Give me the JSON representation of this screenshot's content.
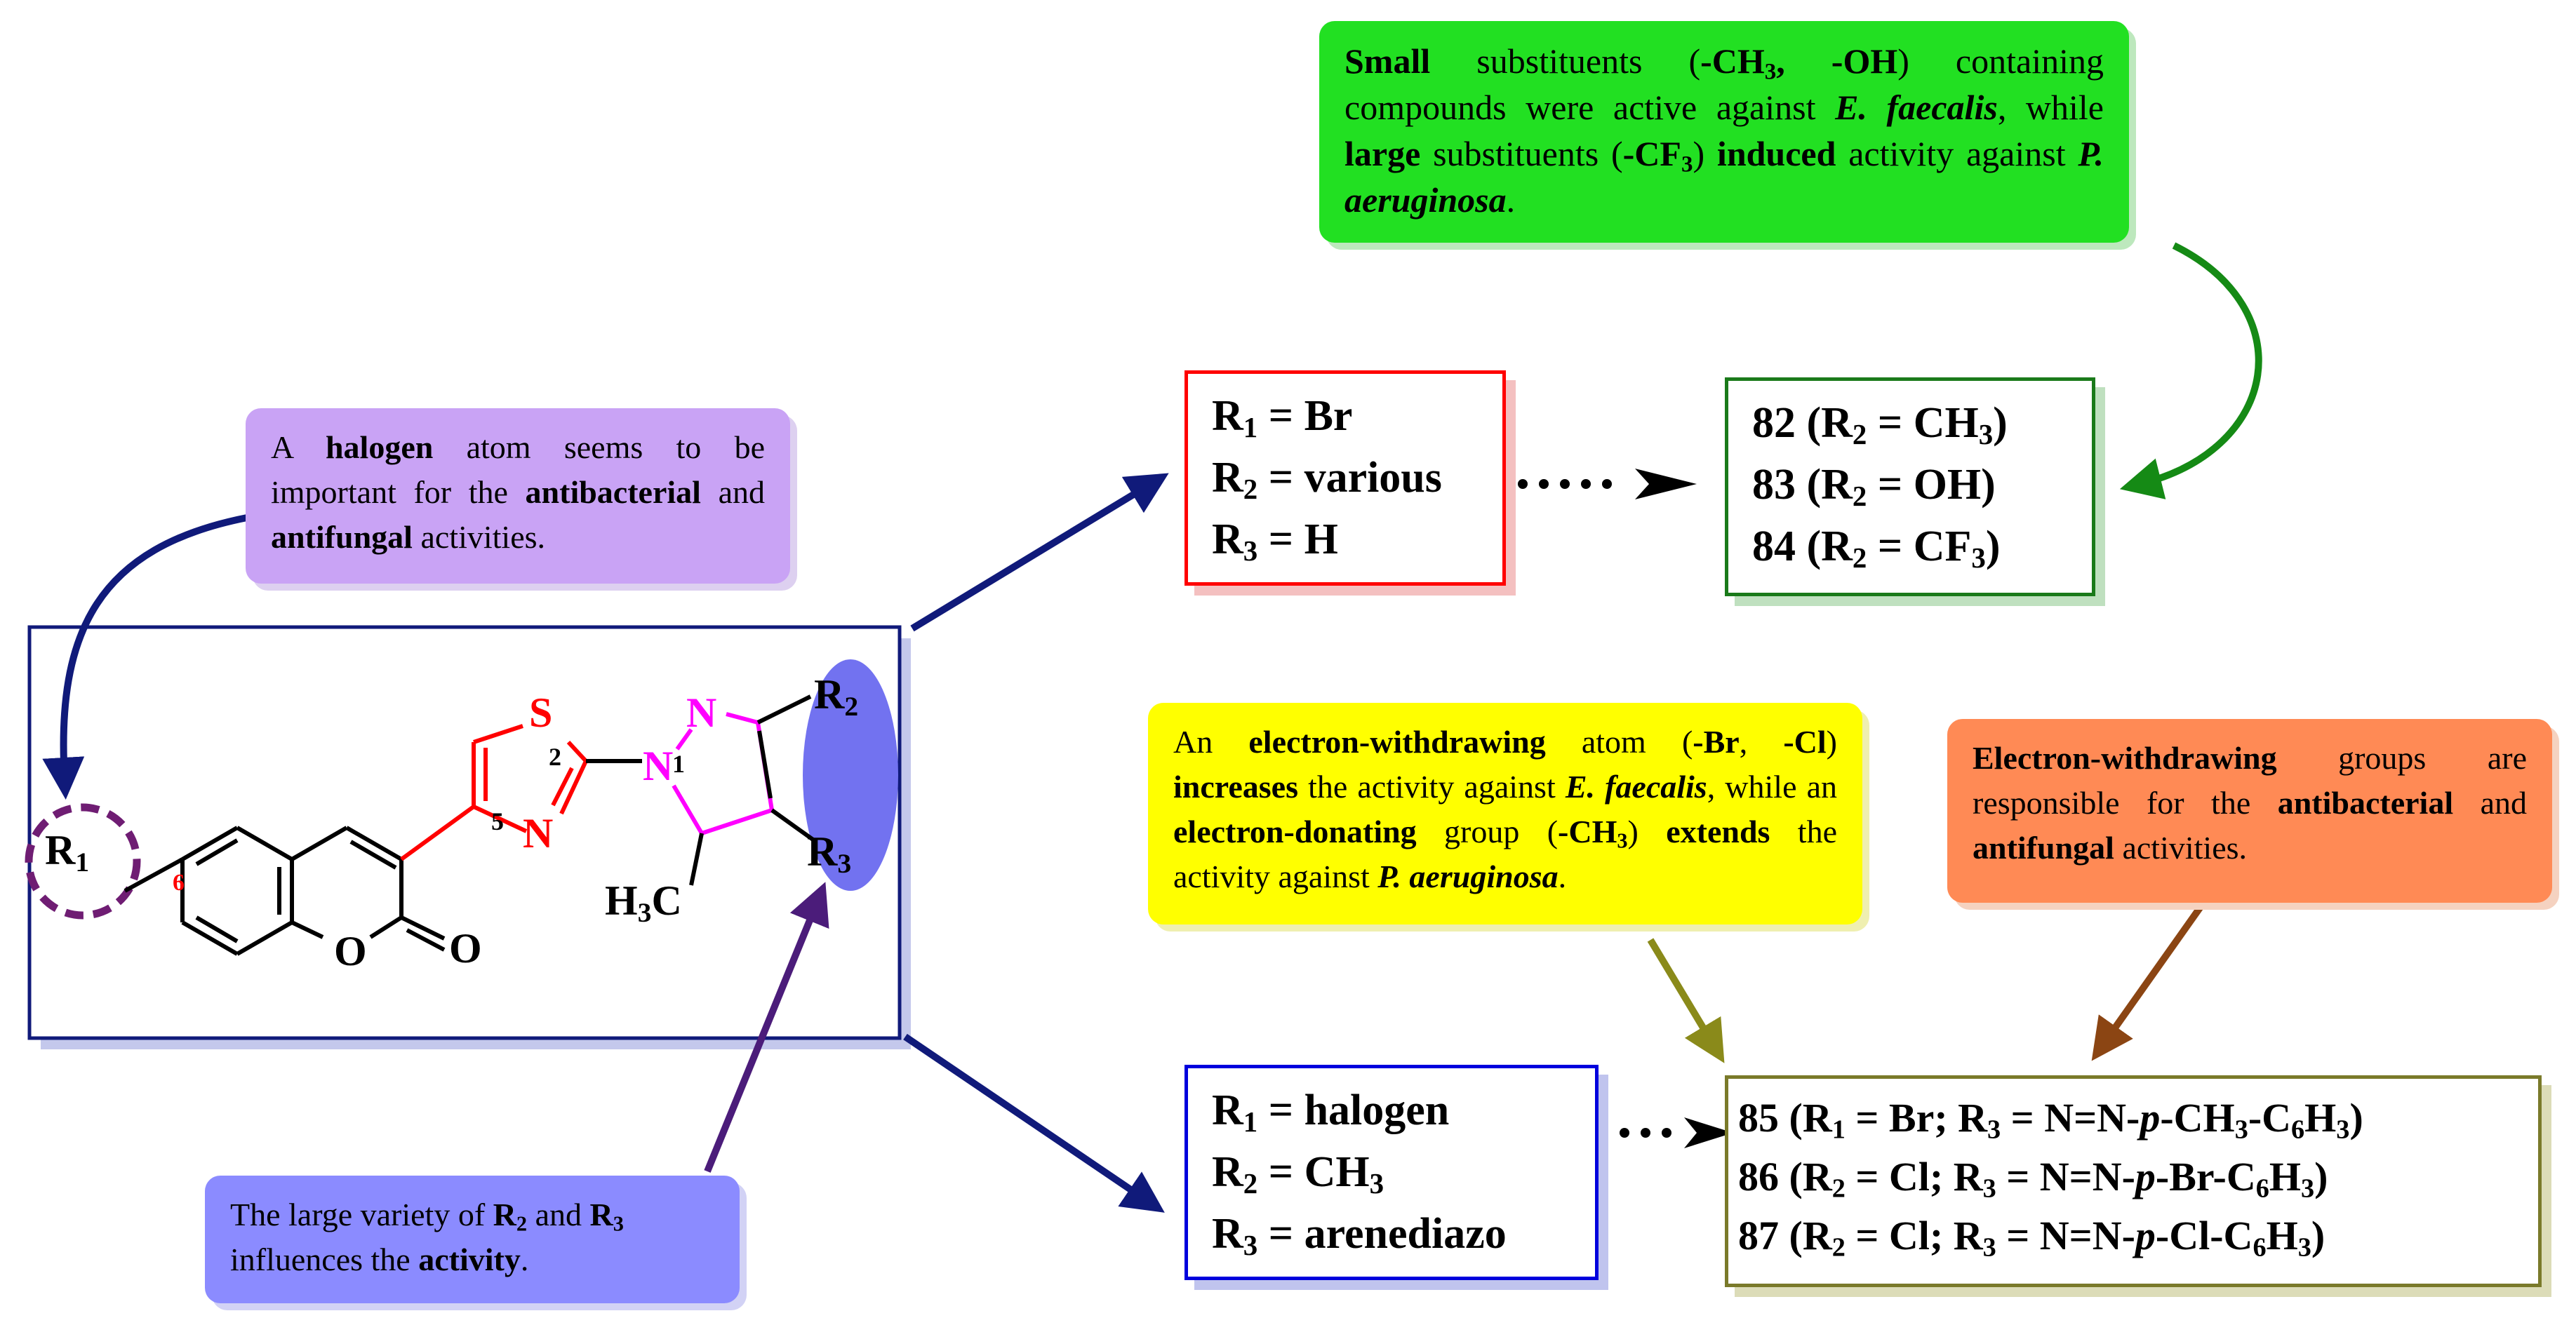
{
  "colors": {
    "navy": "#101a7a",
    "ring_red": "#ff0000",
    "pyrazole_magenta": "#ff00ff",
    "purple": "#6f1d73",
    "green_note": "#22e022",
    "purple_note": "#c9a3f5",
    "blue_note": "#8b8bff",
    "yellow_note": "#ffff00",
    "orange_note": "#ff8a55",
    "olive": "#8a8a1a",
    "brown": "#8b4513",
    "green_arrow": "#158a15"
  },
  "notes": {
    "halogen": {
      "p1": "A ",
      "b1": "halogen",
      "p2": " atom seems to be important for the ",
      "b2": "antibacterial",
      "p3": " and ",
      "b3": "antifungal",
      "p4": " activities."
    },
    "small": {
      "b1": "Small",
      "p1": " substituents (",
      "b2a": "-CH",
      "b2s": "3",
      "b2b": ", -OH",
      "p2": ") containing compounds were active against ",
      "i1": "E. faecalis",
      "p3": ", while ",
      "b3": "large",
      "p4": " substituents (",
      "b4a": "-CF",
      "b4s": "3",
      "p5": ") ",
      "b5": "induced",
      "p6": " activity against ",
      "i2": "P. aeruginosa",
      "p7": "."
    },
    "ewg_atom": {
      "p1": "An ",
      "b1": "electron-withdrawing",
      "p2": " atom (",
      "b2": "-Br",
      "p3": ", ",
      "b3": "-Cl",
      "p4": ") ",
      "b4": "increases",
      "p5": " the activity against ",
      "i1": "E. faecalis",
      "p6": ", while an ",
      "b5": "electron-donating",
      "p7": " group (",
      "b6a": "-CH",
      "b6s": "3",
      "p8": ") ",
      "b7": "extends",
      "p9": " the activity against ",
      "i2": "P. aeruginosa",
      "p10": "."
    },
    "ewg_groups": {
      "b1": "Electron-withdrawing",
      "p1": " groups are responsible for the ",
      "b2": "antibacterial",
      "p2": " and ",
      "b3": "antifungal",
      "p3": " activities."
    },
    "variety": {
      "p1": "The large variety of ",
      "b1a": "R",
      "b1s": "2",
      "p2": " and ",
      "b2a": "R",
      "b2s": "3",
      "p3": " influences the ",
      "b3": "activity",
      "p4": "."
    }
  },
  "box_top": {
    "r1": {
      "lab": "R",
      "sub": "1",
      "val": " = Br"
    },
    "r2": {
      "lab": "R",
      "sub": "2",
      "val": " = various"
    },
    "r3": {
      "lab": "R",
      "sub": "3",
      "val": " = H"
    }
  },
  "box_bottom": {
    "r1": {
      "lab": "R",
      "sub": "1",
      "val": " = halogen"
    },
    "r2": {
      "lab": "R",
      "sub": "2",
      "val": " = CH",
      "sub2": "3"
    },
    "r3": {
      "lab": "R",
      "sub": "3",
      "val": " = arenediazo"
    }
  },
  "compounds_top": [
    {
      "num": "82",
      "a": " (R",
      "as": "2",
      "b": " = CH",
      "bs": "3",
      "c": ")"
    },
    {
      "num": "83",
      "a": " (R",
      "as": "2",
      "b": " = OH",
      "bs": "",
      "c": ")"
    },
    {
      "num": "84",
      "a": " (R",
      "as": "2",
      "b": " = CF",
      "bs": "3",
      "c": ")"
    }
  ],
  "compounds_bottom": [
    {
      "num": "85",
      "a": " (R",
      "as": "1",
      "b": " = Br; R",
      "bs": "3",
      "c": " = N=N-",
      "p": "p",
      "d": "-CH",
      "ds": "3",
      "e": "-C",
      "es": "6",
      "f": "H",
      "fs": "3",
      "g": ")"
    },
    {
      "num": "86",
      "a": " (R",
      "as": "2",
      "b": " = Cl; R",
      "bs": "3",
      "c": " = N=N-",
      "p": "p",
      "d": "-Br-C",
      "ds": "6",
      "e": "H",
      "es": "3",
      "f": "",
      "fs": "",
      "g": ")"
    },
    {
      "num": "87",
      "a": " (R",
      "as": "2",
      "b": " = Cl; R",
      "bs": "3",
      "c": " = N=N-",
      "p": "p",
      "d": "-Cl-C",
      "ds": "6",
      "e": "H",
      "es": "3",
      "f": "",
      "fs": "",
      "g": ")"
    }
  ],
  "molecule": {
    "r1": "R",
    "r1_sub": "1",
    "pos6": "6",
    "o_ring": "O",
    "o_carbonyl": "O",
    "s": "S",
    "n_thiazole": "N",
    "pos2": "2",
    "pos5": "5",
    "n1": "N",
    "pos1": "1",
    "n_pyrazole": "N",
    "r2": "R",
    "r2_sub": "2",
    "r3": "R",
    "r3_sub": "3",
    "ch3": "H",
    "ch3_sub": "3",
    "ch3_c": "C"
  }
}
